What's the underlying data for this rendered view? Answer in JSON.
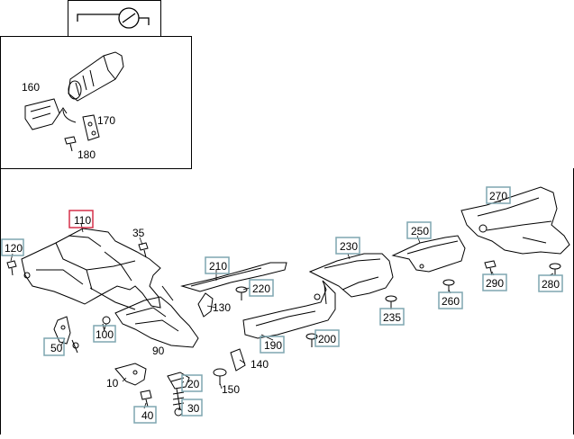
{
  "colors": {
    "callout_box": "#7fa6b0",
    "highlight_box": "#d6304a",
    "line": "#000000"
  },
  "inset": {
    "icon": "wrench-icon",
    "labels": {
      "l160": "160",
      "l170": "170",
      "l180": "180"
    }
  },
  "callouts": {
    "c10": "10",
    "c20": "20",
    "c30": "30",
    "c35": "35",
    "c40": "40",
    "c50": "50",
    "c90": "90",
    "c100": "100",
    "c110": "110",
    "c120": "120",
    "c130": "130",
    "c140": "140",
    "c150": "150",
    "c190": "190",
    "c200": "200",
    "c210": "210",
    "c220": "220",
    "c230": "230",
    "c235": "235",
    "c250": "250",
    "c260": "260",
    "c270": "270",
    "c280": "280",
    "c290": "290"
  },
  "highlighted": "110"
}
